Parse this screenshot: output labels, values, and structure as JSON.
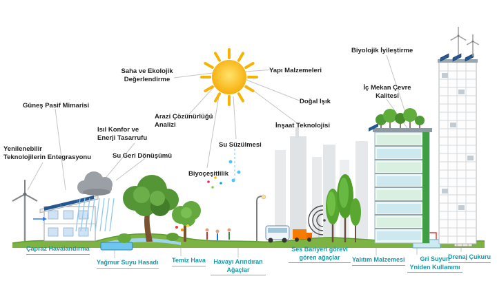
{
  "figure": {
    "type": "sustainable-city-infographic",
    "language": "tr"
  },
  "colors": {
    "label_dark": "#1f1f1f",
    "label_teal": "#1898a8",
    "sun_yellow": "#f6a800",
    "grass_green": "#7cb342",
    "solar_blue": "#24578f",
    "eco_building_green": "#3f9e44",
    "rain_blue": "#8ec9ec"
  },
  "labels": {
    "gunes_pasif": "Güneş Pasif Mimarisi",
    "saha_ekolojik": "Saha ve Ekolojik\nDeğerlendirme",
    "isil_konfor": "Isıl Konfor ve\nEnerji Tasarrufu",
    "su_geri": "Su Geri Dönüşümü",
    "arazi": "Arazi Çözünürlüğü\nAnalizi",
    "su_suzulmesi": "Su Süzülmesi",
    "biyocesitlilik": "Biyoçeşitlilik",
    "yenilenebilir": "Yenilenebilir\nTeknolojilerin Entegrasyonu",
    "yapi_malzemeleri": "Yapı Malzemeleri",
    "dogal_isik": "Doğal Işık",
    "insaat": "İnşaat Teknolojisi",
    "biyolojik": "Biyolojik İyileştirme",
    "ic_mekan": "İç Mekan Çevre\nKalitesi",
    "capraz": "Çapraz Havalandırma",
    "yagmur": "Yağmur Suyu Hasadı",
    "temiz_hava": "Temiz Hava",
    "havayi": "Havayı Arındıran\nAğaçlar",
    "ses_bariyeri": "Ses Bariyeri görevi\ngören ağaçlar",
    "yalitim": "Yalıtım Malzemesi",
    "gri_suyun": "Gri Suyun\nYniden Kullanımı",
    "drenaj": "Drenaj Çukuru"
  }
}
